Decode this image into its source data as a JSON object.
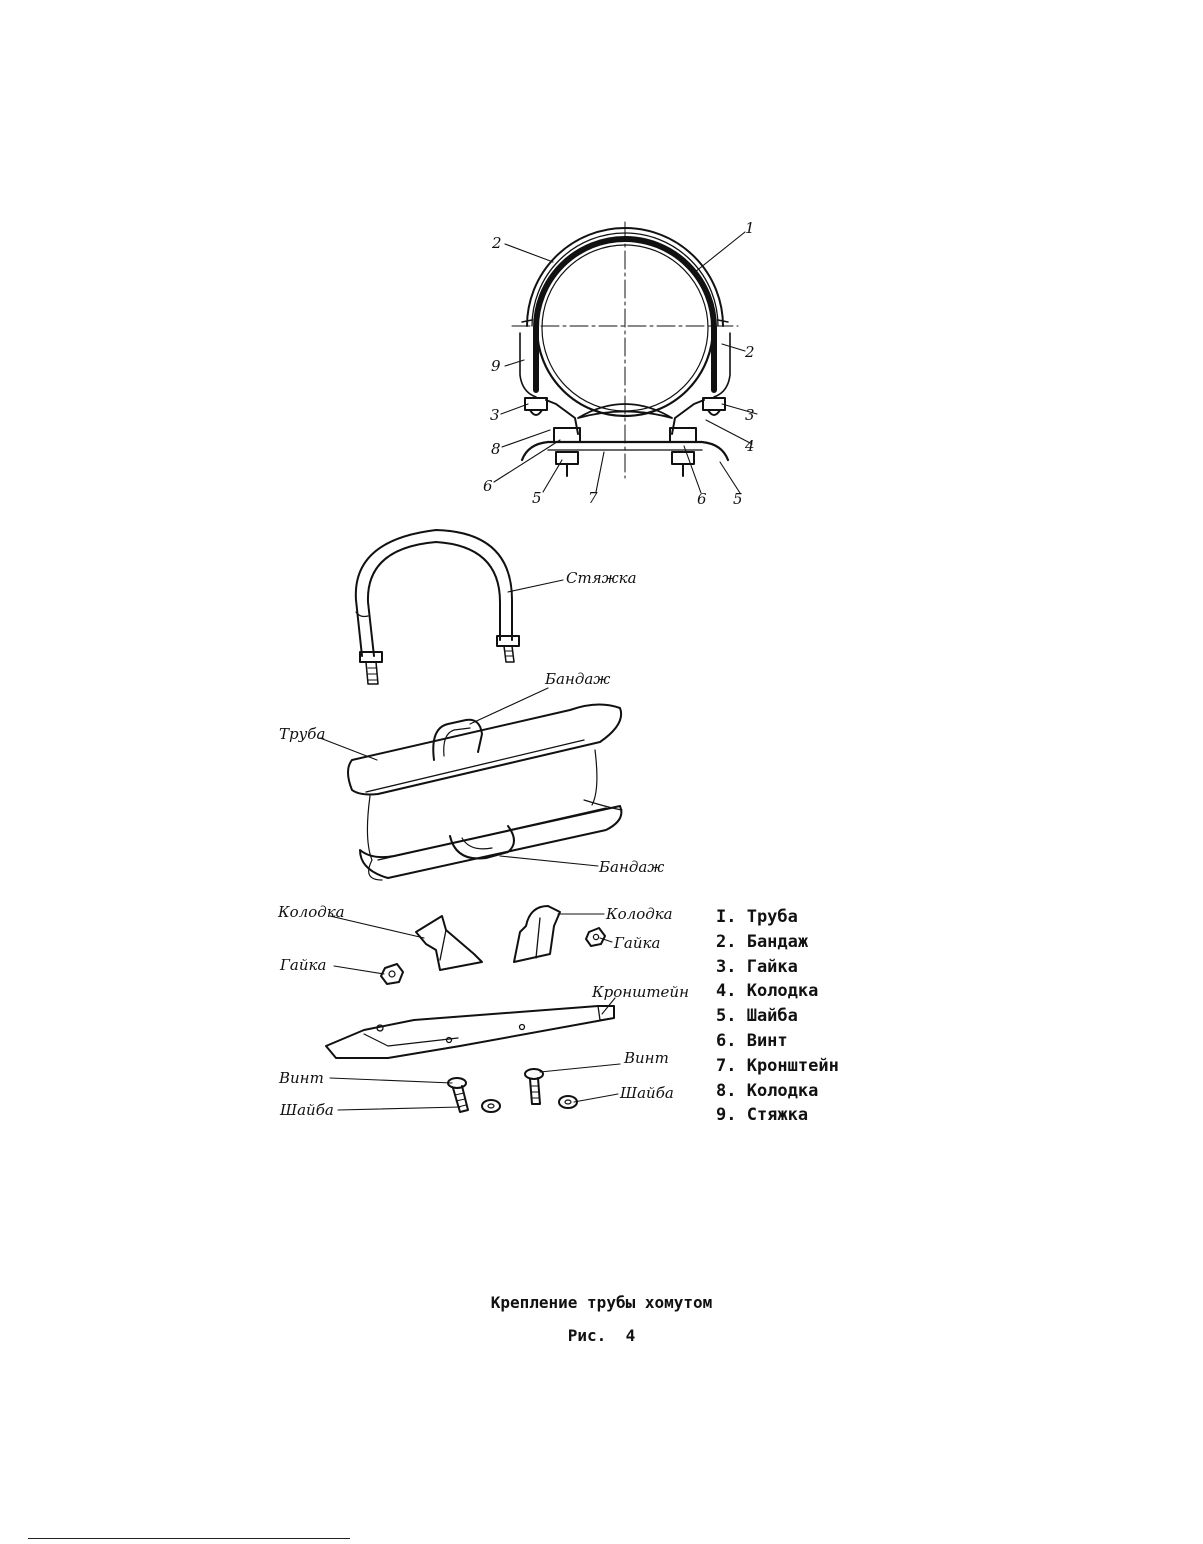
{
  "section_view": {
    "callouts": [
      "1",
      "2",
      "2",
      "3",
      "3",
      "4",
      "5",
      "5",
      "6",
      "6",
      "7",
      "8",
      "9"
    ]
  },
  "exploded_view": {
    "labels": {
      "styazhka": "Стяжка",
      "bandazh_top": "Бандаж",
      "truba": "Труба",
      "bandazh_bottom": "Бандаж",
      "kolodka_left": "Колодка",
      "kolodka_right": "Колодка",
      "gaika_right": "Гайка",
      "gaika_left": "Гайка",
      "kronshtein": "Кронштейн",
      "vint_right": "Винт",
      "vint_left": "Винт",
      "shaiba_left": "Шайба",
      "shaiba_right": "Шайба"
    }
  },
  "legend": [
    "I. Труба",
    "2. Бандаж",
    "3. Гайка",
    "4. Колодка",
    "5. Шайба",
    "6. Винт",
    "7. Кронштейн",
    "8. Колодка",
    "9. Стяжка"
  ],
  "caption": {
    "title": "Крепление трубы хомутом",
    "figure": "Рис.  4"
  }
}
